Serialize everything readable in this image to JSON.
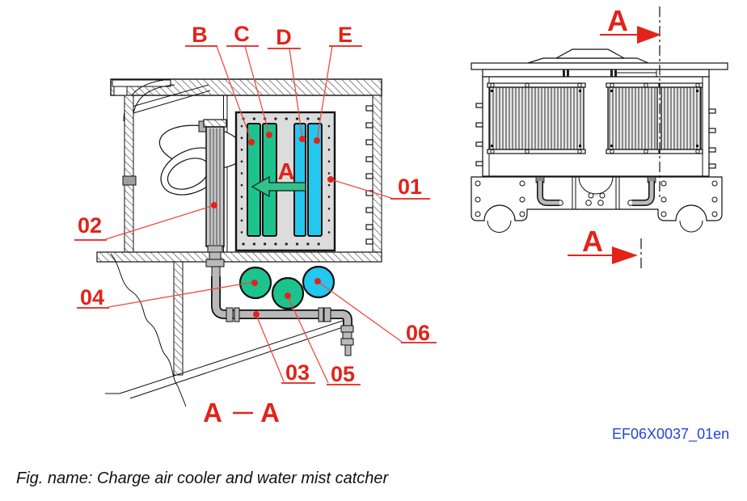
{
  "palette": {
    "label_red": "#e2231a",
    "leader_red": "#ee4b40",
    "green": "#1dc38e",
    "cyan": "#24c7ee",
    "metal_gray": "#b9b9b9",
    "frame_gray": "#dcdcdc",
    "doc_blue": "#2343e0"
  },
  "callouts": {
    "b": "B",
    "c": "C",
    "d": "D",
    "e": "E",
    "n01": "01",
    "n02": "02",
    "n03": "03",
    "n04": "04",
    "n05": "05",
    "n06": "06"
  },
  "flow_arrow": {
    "label": "A"
  },
  "section_marks": {
    "top": "A",
    "bottom": "A"
  },
  "section_title": {
    "left": "A",
    "right": "A"
  },
  "doc_ref": "EF06X0037_01en",
  "caption": "Fig. name: Charge air cooler and water mist catcher"
}
